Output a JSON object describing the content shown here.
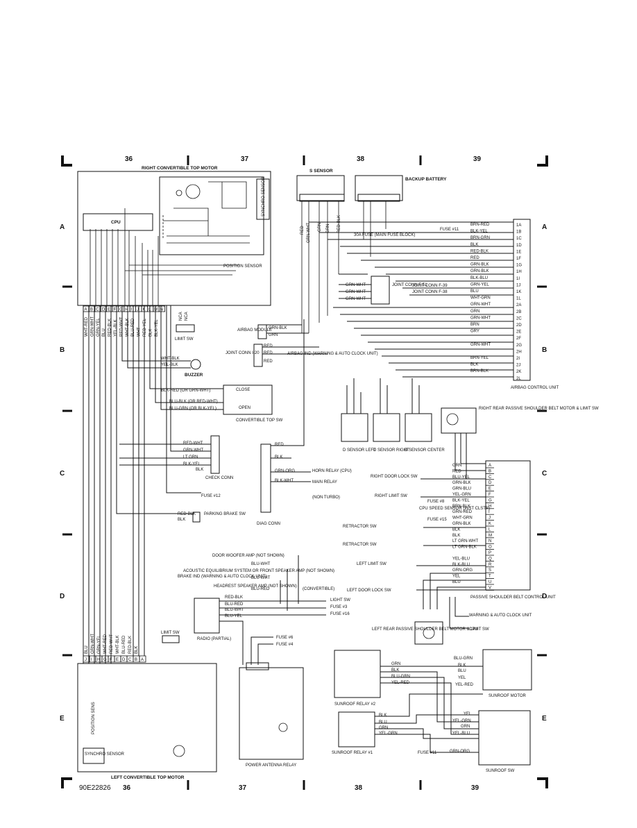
{
  "grid": {
    "columns": [
      "36",
      "37",
      "38",
      "39"
    ],
    "rows": [
      "A",
      "B",
      "C",
      "D",
      "E"
    ]
  },
  "figure_id": "90E22826",
  "components": {
    "rctm": "RIGHT CONVERTIBLE TOP MOTOR",
    "cpu": "CPU",
    "synchro_top": "SYNCHRO SENSOR",
    "position_sensor": "POSITION SENSOR",
    "limit_sw": "LIMIT SW",
    "nca": "NCA",
    "s_sensor": "S SENSOR",
    "backup_battery": "BACKUP BATTERY",
    "fuse30": "30A FUSE (MAIN FUSE BLOCK)",
    "joint_f51": "JOINT CONN F-51",
    "airbag_module": "AIRBAG MODULE",
    "joint_i20": "JOINT CONN I-20",
    "airbag_ind": "AIRBAG IND (WARNING & AUTO CLOCK UNIT)",
    "buzzer": "BUZZER",
    "conv_top_sw": "CONVERTIBLE TOP SW",
    "close": "CLOSE",
    "open": "OPEN",
    "check_conn": "CHECK CONN",
    "fuse12": "FUSE #12",
    "parking_brake": "PARKING BRAKE SW",
    "diag_conn": "DIAG CONN",
    "horn_relay": "HORN RELAY (CPU)",
    "main_relay": "MAIN RELAY",
    "non_turbo": "(NON TURBO)",
    "door_woofer": "DOOR WOOFER AMP (NOT SHOWN)",
    "acoustic": "ACOUSTIC EQUILIBRIUM SYSTEM OR FRONT SPEAKER AMP (NOT SHOWN)",
    "headrest": "HEADREST SPEAKER AMP (NOT SHOWN)",
    "brake_ind": "BRAKE IND (WARNING & AUTO CLOCK UNIT)",
    "convertible": "(CONVERTIBLE)",
    "light_sw": "LIGHT SW",
    "fuse3": "FUSE #3",
    "fuse16": "FUSE #16",
    "radio": "RADIO (PARTIAL)",
    "fuse6": "FUSE #6",
    "fuse4": "FUSE #4",
    "power_antenna": "POWER ANTENNA RELAY",
    "lctm": "LEFT CONVERTIBLE TOP MOTOR",
    "synchro_bottom": "SYNCHRO SENSOR",
    "position_sens": "POSITION SENS",
    "d_left": "D SENSOR LEFT",
    "d_right": "D SENSOR RIGHT",
    "d_center": "D SENSOR CENTER",
    "rr_passive": "RIGHT REAR PASSIVE SHOULDER BELT MOTOR & LIMIT SW",
    "airbag_cu": "AIRBAG CONTROL UNIT",
    "joint_f39": "JOINT CONN F-39",
    "joint_f38": "JOINT CONN F-38",
    "fuse11": "FUSE #11",
    "right_door_lock": "RIGHT DOOR LOCK SW",
    "right_limit": "RIGHT LIMIT SW",
    "fuse8": "FUSE #8",
    "speed_sensor": "CPU SPEED SENSOR (INST CLSTR)",
    "fuse15": "FUSE #15",
    "retractor1": "RETRACTOR SW",
    "retractor2": "RETRACTOR SW",
    "left_limit": "LEFT LIMIT SW",
    "left_door_lock": "LEFT DOOR LOCK SW",
    "passive_cu": "PASSIVE SHOULDER BELT CONTROL UNIT",
    "warning_auto": "WARNING & AUTO CLOCK UNIT",
    "cpu2": "CPU",
    "lr_passive": "LEFT REAR PASSIVE SHOULDER BELT MOTOR & LIMIT SW",
    "sunroof_relay2": "SUNROOF RELAY #2",
    "sunroof_motor": "SUNROOF MOTOR",
    "sunroof_relay1": "SUNROOF RELAY #1",
    "sunroof_sw": "SUNROOF SW"
  },
  "airbag_pins": [
    "1A",
    "1B",
    "1C",
    "1D",
    "1E",
    "1F",
    "1G",
    "1H",
    "1I",
    "1J",
    "1K",
    "1L",
    "2A",
    "2B",
    "2C",
    "2D",
    "2E",
    "2F",
    "2G",
    "2H",
    "2I",
    "2J",
    "2K",
    "2L"
  ],
  "airbag_wires": [
    "BRN-RED",
    "BLK-YEL",
    "BRN-GRN",
    "BLK",
    "RED-BLK",
    "RED",
    "GRN-BLK",
    "GRN-BLK",
    "BLK-BLU",
    "GRN-YEL",
    "BLU",
    "WHT-GRN",
    "GRN-WHT",
    "GRN",
    "GRN-WHT",
    "BRN",
    "GRY",
    "",
    "GRN-WHT",
    "",
    "BRN-YEL",
    "BLK",
    "BRN-BLK",
    ""
  ],
  "passive_pins": [
    "A",
    "B",
    "C",
    "D",
    "E",
    "F",
    "G",
    "H",
    "I",
    "J",
    "K",
    "L",
    "M",
    "N",
    "O",
    "P",
    "Q",
    "R",
    "S",
    "T",
    "U",
    "V"
  ],
  "passive_wires": [
    "GRN",
    "RED",
    "BLU-YEL",
    "GRN-BLK",
    "GRN-BLU",
    "YEL-GRN",
    "BLK-YEL",
    "BRN-BLK",
    "GRN-RED",
    "WHT-GRN",
    "GRN-BLK",
    "BLK",
    "BLK",
    "LT GRN-WHT",
    "LT GRN-BLK",
    "",
    "YEL-BLU",
    "BLK-BLU",
    "GRN-ORG",
    "YEL",
    "BLU",
    ""
  ],
  "top_pins": [
    "A",
    "B",
    "C",
    "D",
    "E",
    "F",
    "G",
    "H",
    "I",
    "J",
    "K",
    "L",
    "M",
    "N"
  ],
  "top_wires": [
    "WHT-RED",
    "GRN-WHT",
    "GRN-YEL",
    "BLU",
    "RED-BLK",
    "YEL-BLK",
    "RED-WHT",
    "WHT-BLK",
    "BLU-RED",
    "WHT",
    "RED-YEL",
    "BLK",
    "BLK-YEL",
    ""
  ],
  "bottom_pins": [
    "J",
    "I",
    "H",
    "G",
    "F",
    "E",
    "D",
    "C",
    "B",
    "A"
  ],
  "bottom_wires": [
    "BLU",
    "GRN-WHT",
    "GRN-YEL",
    "WHT-RED",
    "RED-WHT",
    "WHT-BLK",
    "BLU-RED",
    "RED-BLK",
    "BLK",
    ""
  ],
  "labels": {
    "f11_top": "FUSE #11",
    "red": "RED",
    "blk": "BLK",
    "grn_org": "GRN-ORG",
    "blk_wht": "BLK-WHT",
    "red_wht": "RED-WHT",
    "grn_wht": "GRN-WHT",
    "lt_grn": "LT GRN",
    "blk_yel": "BLK-YEL",
    "blk_red_or": "BLK-RED (OR GRN-WHT)",
    "blu_blk_or": "BLU-BLK (OR RED-WHT)",
    "blu_grn_or": "BLU-GRN (OR BLK-YEL)",
    "wht_blk": "WHT-BLK",
    "yel_blk": "YEL-BLK",
    "red_blk": "RED-BLK",
    "blu_wht": "BLU-WHT",
    "blu_red": "BLU-RED",
    "blu_yel": "BLU-YEL",
    "grn_blk": "GRN-BLK",
    "grn": "GRN",
    "blu": "BLU",
    "blu_grn": "BLU-GRN",
    "yel": "YEL",
    "yel_red": "YEL-RED",
    "yel_grn": "YEL-GRN",
    "yel_blu": "YEL-BLU"
  }
}
